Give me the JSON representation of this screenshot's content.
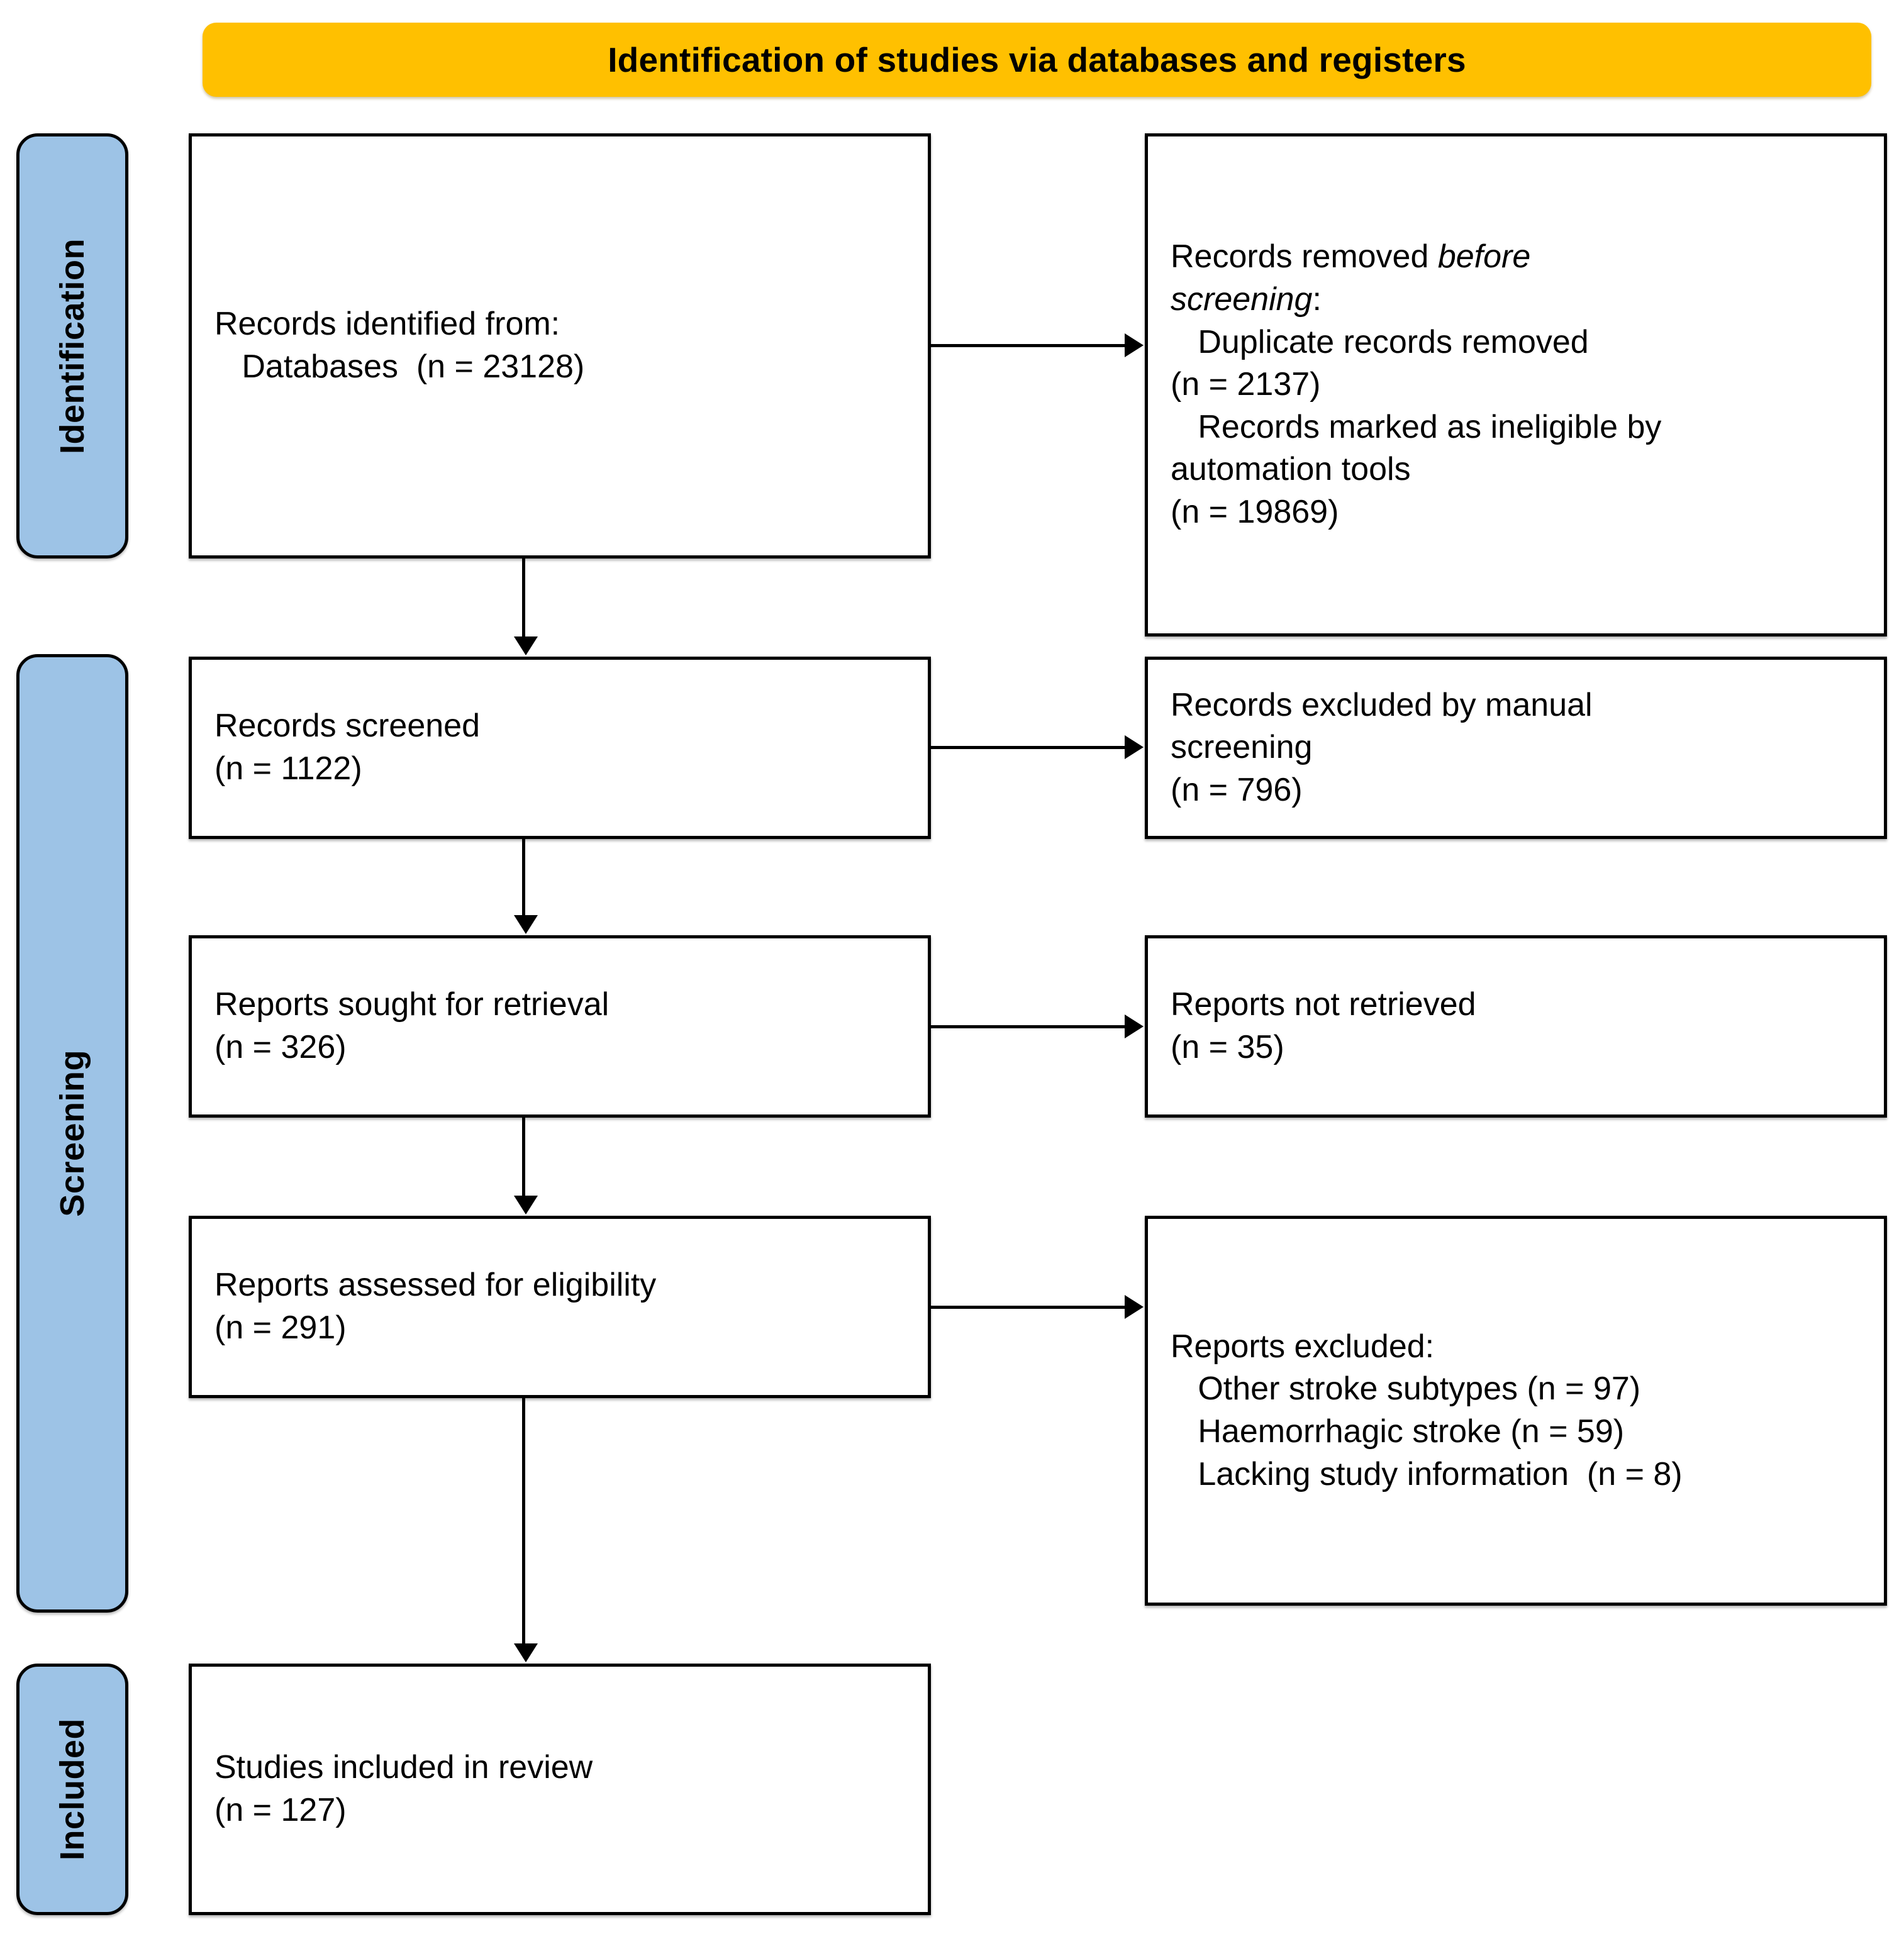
{
  "header": {
    "title": "Identification of studies via databases and registers",
    "background_color": "#FFC000"
  },
  "stages": {
    "identification": "Identification",
    "screening": "Screening",
    "included": "Included",
    "background_color": "#9DC3E6"
  },
  "boxes": {
    "identified": {
      "line1": "Records identified from:",
      "line2": "   Databases  (n = 23128)"
    },
    "removed_before_screening": {
      "line1_pre": "Records removed ",
      "line1_italic": "before",
      "line2_italic": "screening",
      "line2_post": ":",
      "line3": "   Duplicate records removed",
      "line4": "(n = 2137)",
      "line5": "   Records marked as ineligible by",
      "line6": "automation tools",
      "line7": "(n = 19869)"
    },
    "screened": {
      "line1": "Records screened",
      "line2": "(n = 1122)"
    },
    "excluded_manual": {
      "line1": "Records excluded by manual",
      "line2": "screening",
      "line3": "(n = 796)"
    },
    "sought": {
      "line1": "Reports sought for retrieval",
      "line2": "(n = 326)"
    },
    "not_retrieved": {
      "line1": "Reports not retrieved",
      "line2": "(n = 35)"
    },
    "assessed": {
      "line1": "Reports assessed for eligibility",
      "line2": "(n = 291)"
    },
    "excluded": {
      "line1": "Reports excluded:",
      "line2": "   Other stroke subtypes (n = 97)",
      "line3": "   Haemorrhagic stroke (n = 59)",
      "line4": "   Lacking study information  (n = 8)"
    },
    "included": {
      "line1": "Studies included in review",
      "line2": "(n = 127)"
    }
  },
  "chart_data": {
    "type": "table",
    "title": "Identification of studies via databases and registers",
    "flow": [
      {
        "stage": "Identification",
        "node": "Records identified from: Databases",
        "n": 23128
      },
      {
        "stage": "Identification",
        "node": "Duplicate records removed",
        "n": 2137
      },
      {
        "stage": "Identification",
        "node": "Records marked as ineligible by automation tools",
        "n": 19869
      },
      {
        "stage": "Screening",
        "node": "Records screened",
        "n": 1122
      },
      {
        "stage": "Screening",
        "node": "Records excluded by manual screening",
        "n": 796
      },
      {
        "stage": "Screening",
        "node": "Reports sought for retrieval",
        "n": 326
      },
      {
        "stage": "Screening",
        "node": "Reports not retrieved",
        "n": 35
      },
      {
        "stage": "Screening",
        "node": "Reports assessed for eligibility",
        "n": 291
      },
      {
        "stage": "Screening",
        "node": "Reports excluded: Other stroke subtypes",
        "n": 97
      },
      {
        "stage": "Screening",
        "node": "Reports excluded: Haemorrhagic stroke",
        "n": 59
      },
      {
        "stage": "Screening",
        "node": "Reports excluded: Lacking study information",
        "n": 8
      },
      {
        "stage": "Included",
        "node": "Studies included in review",
        "n": 127
      }
    ]
  }
}
